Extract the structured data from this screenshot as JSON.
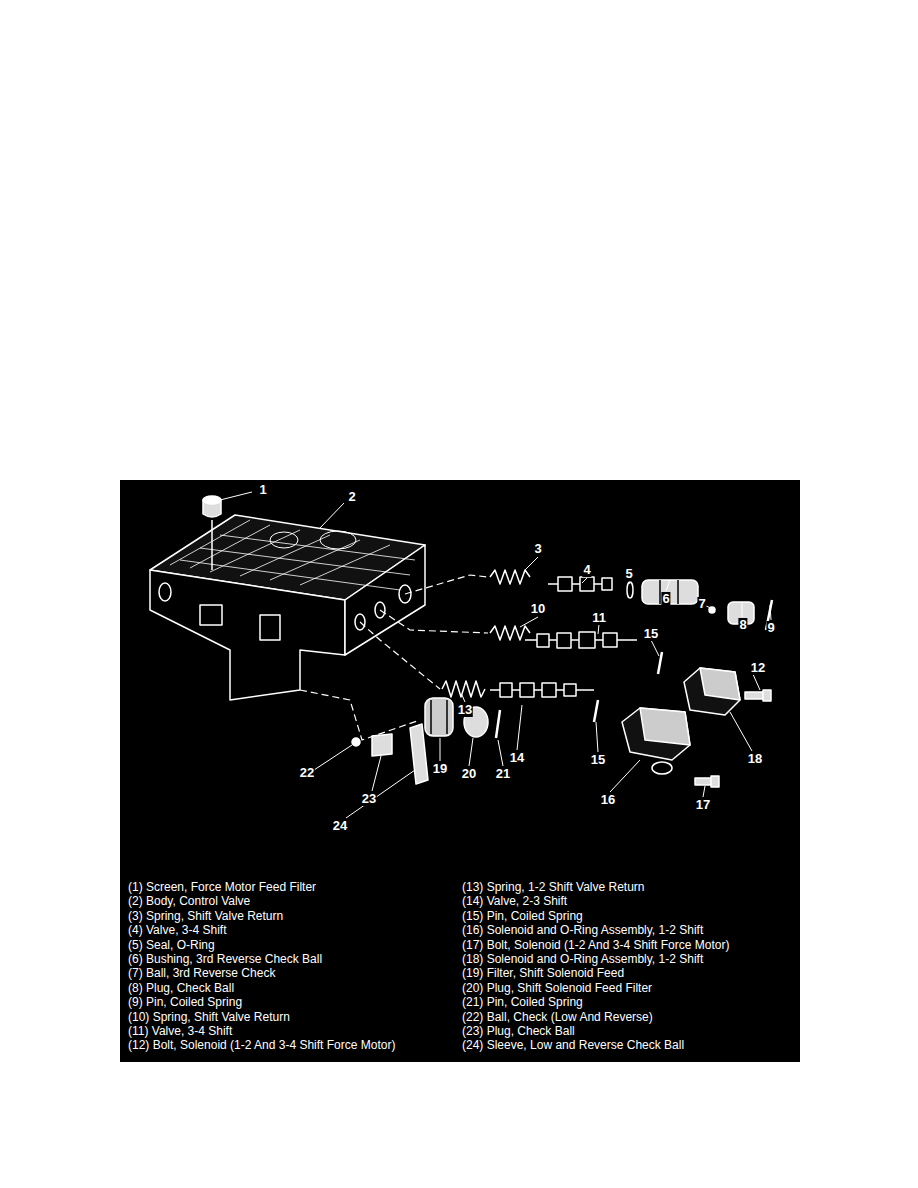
{
  "diagram": {
    "labels": [
      "1",
      "2",
      "3",
      "4",
      "5",
      "6",
      "7",
      "8",
      "9",
      "10",
      "11",
      "12",
      "13",
      "14",
      "15",
      "15",
      "16",
      "17",
      "18",
      "19",
      "20",
      "21",
      "22",
      "23",
      "24",
      "(1) Screen, Force Motor Feed Filter",
      "(2) Body, Control Valve",
      "(3) Spring, Shift Valve Return",
      "(4) Valve, 3-4 Shift",
      "(5) Seal, O-Ring",
      "(6) Bushing, 3rd Reverse Check Ball",
      "(7) Ball, 3rd Reverse Check",
      "(8) Plug, Check Ball",
      "(9) Pin, Coiled Spring",
      "(10) Spring, Shift Valve Return",
      "(11) Valve, 3-4 Shift",
      "(12) Bolt, Solenoid (1-2 And 3-4 Shift Force Motor)",
      "(13) Spring, 1-2 Shift Valve Return",
      "(14) Valve, 2-3 Shift",
      "(15) Pin, Coiled Spring",
      "(16) Solenoid and O-Ring Assembly, 1-2 Shift",
      "(17) Bolt, Solenoid (1-2 And 3-4 Shift Force Motor)",
      "(18) Solenoid and O-Ring Assembly, 1-2 Shift",
      "(19) Filter, Shift Solenoid Feed",
      "(20) Plug, Shift Solenoid Feed Filter",
      "(21) Pin, Coiled Spring",
      "(22) Ball, Check (Low And Reverse)",
      "(23) Plug, Check Ball",
      "(24) Sleeve, Low and Reverse Check Ball"
    ]
  }
}
